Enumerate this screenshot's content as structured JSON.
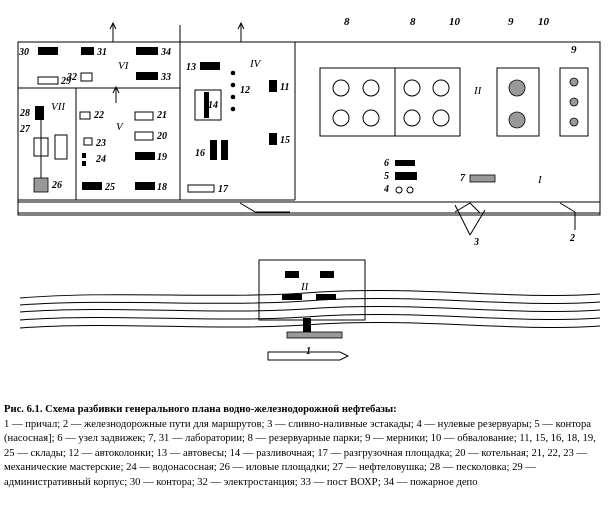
{
  "figure": {
    "labels": {
      "n1": "1",
      "n2": "2",
      "n3": "3",
      "n4": "4",
      "n5": "5",
      "n6": "6",
      "n7": "7",
      "n8": "8",
      "n9": "9",
      "n10": "10",
      "n11": "11",
      "n12": "12",
      "n13": "13",
      "n14": "14",
      "n15": "15",
      "n16": "16",
      "n17": "17",
      "n18": "18",
      "n19": "19",
      "n20": "20",
      "n21": "21",
      "n22": "22",
      "n23": "23",
      "n24": "24",
      "n25": "25",
      "n26": "26",
      "n27": "27",
      "n28": "28",
      "n29": "29",
      "n30": "30",
      "n31": "31",
      "n32": "32",
      "n33": "33",
      "n34": "34",
      "zI": "I",
      "zII": "II",
      "zIV": "IV",
      "zV": "V",
      "zVI": "VI",
      "zVII": "VII"
    }
  },
  "caption": {
    "title": "Рис. 6.1. Схема разбивки генерального плана водно-железнодорожной нефтебазы:",
    "body": "1 — причал; 2 — железнодорожные пути для маршрутов; 3 — сливно-наливные эстакады; 4 — нулевые резервуары; 5 — контора (насосная]; 6 — узел задвижек; 7, 31 — лаборатории; 8 — резервуарные парки; 9 — мерники; 10 — обвалование; 11, 15, 16, 18, 19, 25 — склады; 12 — автоколонки; 13 — автовесы; 14 — разливочная; 17 — разгрузочная площадка; 20 — котельная; 21, 22, 23 — механические мастерские; 24 — водонасосная; 26 — иловые площадки; 27 — нефтеловушка; 28 — песколовка; 29 — административный корпус; 30 — контора; 32 — электростанция; 33 — пост ВОХР; 34 — пожарное депо"
  }
}
